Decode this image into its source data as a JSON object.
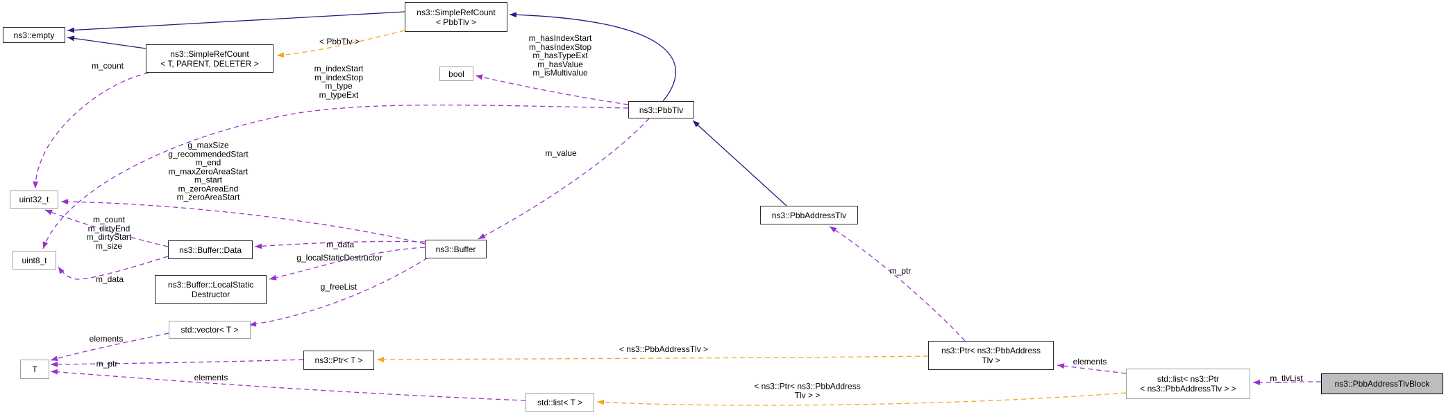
{
  "diagram": {
    "kind": "collaboration-graph",
    "focus_class": "ns3::PbbAddressTlvBlock",
    "colors": {
      "inheritance_edge": "#1f1f82",
      "usage_edge": "#9932cc",
      "template_edge": "#f5a623",
      "class_border": "#2b2b2b",
      "external_border": "#9e9e9e",
      "focus_fill": "#bdbdbd"
    },
    "nodes": {
      "empty": {
        "label": "ns3::empty"
      },
      "src_t": {
        "label": "ns3::SimpleRefCount\n< T, PARENT, DELETER >"
      },
      "src_pbbtlv": {
        "label": "ns3::SimpleRefCount\n< PbbTlv >"
      },
      "bool": {
        "label": "bool"
      },
      "pbbtlv": {
        "label": "ns3::PbbTlv"
      },
      "uint32": {
        "label": "uint32_t"
      },
      "uint8": {
        "label": "uint8_t"
      },
      "buffer_data": {
        "label": "ns3::Buffer::Data"
      },
      "buffer_destructor": {
        "label": "ns3::Buffer::LocalStatic\nDestructor"
      },
      "buffer": {
        "label": "ns3::Buffer"
      },
      "vector_t": {
        "label": "std::vector< T >"
      },
      "t": {
        "label": "T"
      },
      "ptr_t": {
        "label": "ns3::Ptr< T >"
      },
      "list_t": {
        "label": "std::list< T >"
      },
      "pbb_address_tlv": {
        "label": "ns3::PbbAddressTlv"
      },
      "ptr_pbb": {
        "label": "ns3::Ptr< ns3::PbbAddress\nTlv >"
      },
      "list_pbb": {
        "label": "std::list< ns3::Ptr\n< ns3::PbbAddressTlv > >"
      },
      "block": {
        "label": "ns3::PbbAddressTlvBlock"
      }
    },
    "edge_labels": {
      "tpl_pbbtlv": "< PbbTlv >",
      "m_count": "m_count",
      "has_flags": "m_hasIndexStart\nm_hasIndexStop\nm_hasTypeExt\nm_hasValue\nm_isMultivalue",
      "index_fields": "m_indexStart\nm_indexStop\nm_type\nm_typeExt",
      "buffer_u32": "g_maxSize\ng_recommendedStart\nm_end\nm_maxZeroAreaStart\nm_start\nm_zeroAreaEnd\nm_zeroAreaStart",
      "data_u32": "m_count\nm_dirtyEnd\nm_dirtyStart\nm_size",
      "data_u8": "m_data",
      "buffer_mdata": "m_data",
      "lsd": "g_localStaticDestructor",
      "freelist": "g_freeList",
      "m_value": "m_value",
      "elements_vector": "elements",
      "m_ptr_t": "m_ptr",
      "elements_list_t": "elements",
      "tpl_ptr": "< ns3::PbbAddressTlv >",
      "tpl_list": "< ns3::Ptr< ns3::PbbAddress\nTlv > >",
      "m_ptr_addr": "m_ptr",
      "elements_addr": "elements",
      "m_tlv_list": "m_tlvList"
    }
  }
}
